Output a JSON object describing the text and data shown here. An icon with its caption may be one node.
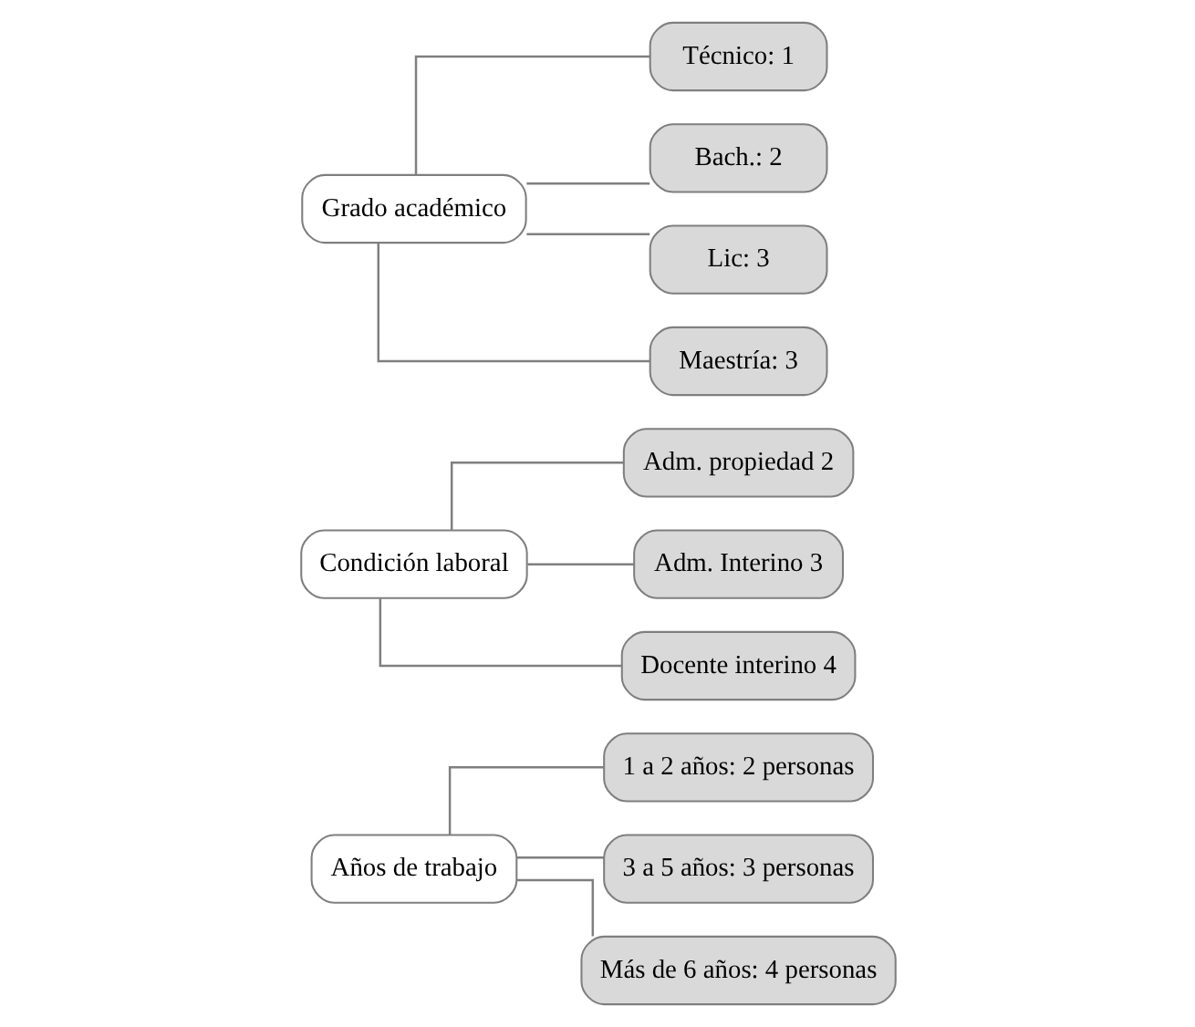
{
  "diagram": {
    "nodes": [
      {
        "text": [
          "Años de trabajo"
        ]
      },
      {
        "text": [
          "1 a 2 años: 2 personas"
        ]
      },
      {
        "text": [
          "3 a 5 años: 3 personas"
        ]
      },
      {
        "text": [
          "Más de 6 años: 4 personas"
        ]
      },
      {
        "text": [
          "Condición laboral"
        ]
      },
      {
        "text": [
          "Adm. propiedad 2"
        ]
      },
      {
        "text": [
          "Adm. Interino 3"
        ]
      },
      {
        "text": [
          "Docente interino 4"
        ]
      },
      {
        "text": [
          "Grado académico"
        ]
      },
      {
        "text": [
          "Técnico: 1"
        ]
      },
      {
        "text": [
          "Bach.: 2"
        ]
      },
      {
        "text": [
          "Lic: 3"
        ]
      },
      {
        "text": [
          "Maestría: 3"
        ]
      }
    ],
    "edges": [
      {
        "from": 0,
        "to": 1,
        "arrow": "none"
      },
      {
        "from": 0,
        "to": 2,
        "arrow": "none"
      },
      {
        "from": 0,
        "to": 3,
        "arrow": "none"
      },
      {
        "from": 4,
        "to": 5,
        "arrow": "none"
      },
      {
        "from": 4,
        "to": 6,
        "arrow": "none"
      },
      {
        "from": 4,
        "to": 7,
        "arrow": "none"
      },
      {
        "from": 8,
        "to": 9,
        "arrow": "none"
      },
      {
        "from": 8,
        "to": 10,
        "arrow": "none"
      },
      {
        "from": 8,
        "to": 11,
        "arrow": "none"
      },
      {
        "from": 8,
        "to": 12,
        "arrow": "none"
      }
    ]
  }
}
